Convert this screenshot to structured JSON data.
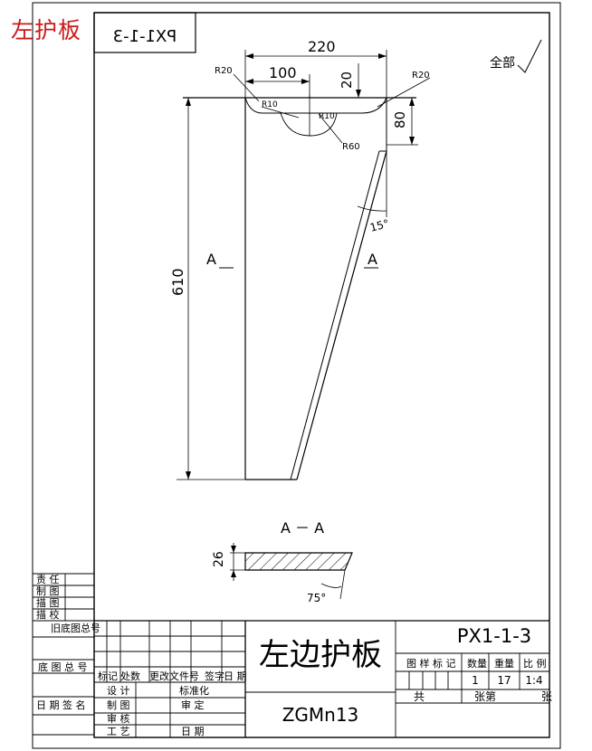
{
  "page_title": "左护板",
  "mirrored_code": "PX1-1-3",
  "finish": "全部",
  "dims": {
    "width": "220",
    "part": "100",
    "top_offset": "20",
    "right_height": "80",
    "height": "610",
    "thickness": "26",
    "angle_top": "15°",
    "angle_section": "75°",
    "radius_left": "R20",
    "radius_right": "R20",
    "radius_small_1": "R10",
    "radius_small_2": "R10",
    "radius_large": "R60"
  },
  "section": {
    "left_marker": "A",
    "right_marker": "A",
    "label": "A － A"
  },
  "left_column": {
    "rows": [
      "责 任",
      "制 图",
      "描 图",
      "描 校"
    ],
    "old_drawing": "旧底图总号",
    "base_drawing": "底 图 总 号",
    "date_sign": "日 期 签 名"
  },
  "title_block": {
    "drawing_name": "左边护板",
    "drawing_number": "PX1-1-3",
    "material": "ZGMn13",
    "rev_header": [
      "标记",
      "处数",
      "更改文件号",
      "签字",
      "日 期"
    ],
    "roles": [
      "设 计",
      "制 图",
      "审 核",
      "工 艺"
    ],
    "roles_right": [
      "标准化",
      "审 定",
      "日 期"
    ],
    "props_header": [
      "图 样 标 记",
      "数量",
      "重量",
      "比 例"
    ],
    "quantity": "1",
    "weight": "17",
    "scale": "1:4",
    "total_label": "共",
    "sheet_label": "张第",
    "sheet_suffix": "张"
  }
}
